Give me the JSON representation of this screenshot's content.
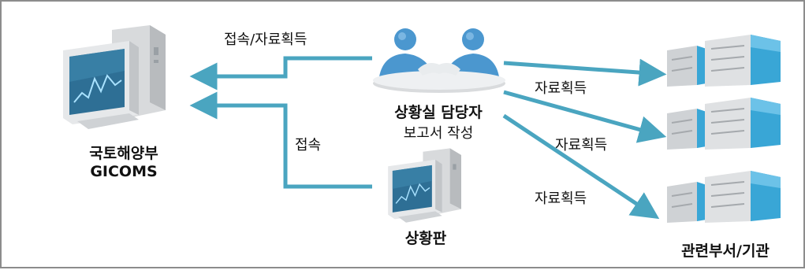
{
  "nodes": {
    "ministry": {
      "line1": "국토해양부",
      "line2": "GICOMS",
      "icon": "computer-monitor-icon"
    },
    "officer": {
      "title": "상황실 담당자",
      "subtitle": "보고서 작성",
      "icon": "handshake-people-icon"
    },
    "board": {
      "label": "상황판",
      "icon": "computer-monitor-icon"
    },
    "agencies": {
      "label": "관련부서/기관",
      "icon": "server-rack-icon"
    }
  },
  "edges": {
    "officer_to_ministry": "접속/자료획득",
    "board_to_ministry": "접속",
    "officer_to_agency1": "자료획득",
    "officer_to_agency2": "자료획득",
    "officer_to_agency3": "자료획득"
  },
  "colors": {
    "arrow": "#4aa5c0",
    "border": "#8c8c8c",
    "monitor_screen": "#2e6f95",
    "server_blue": "#39a6d6"
  }
}
